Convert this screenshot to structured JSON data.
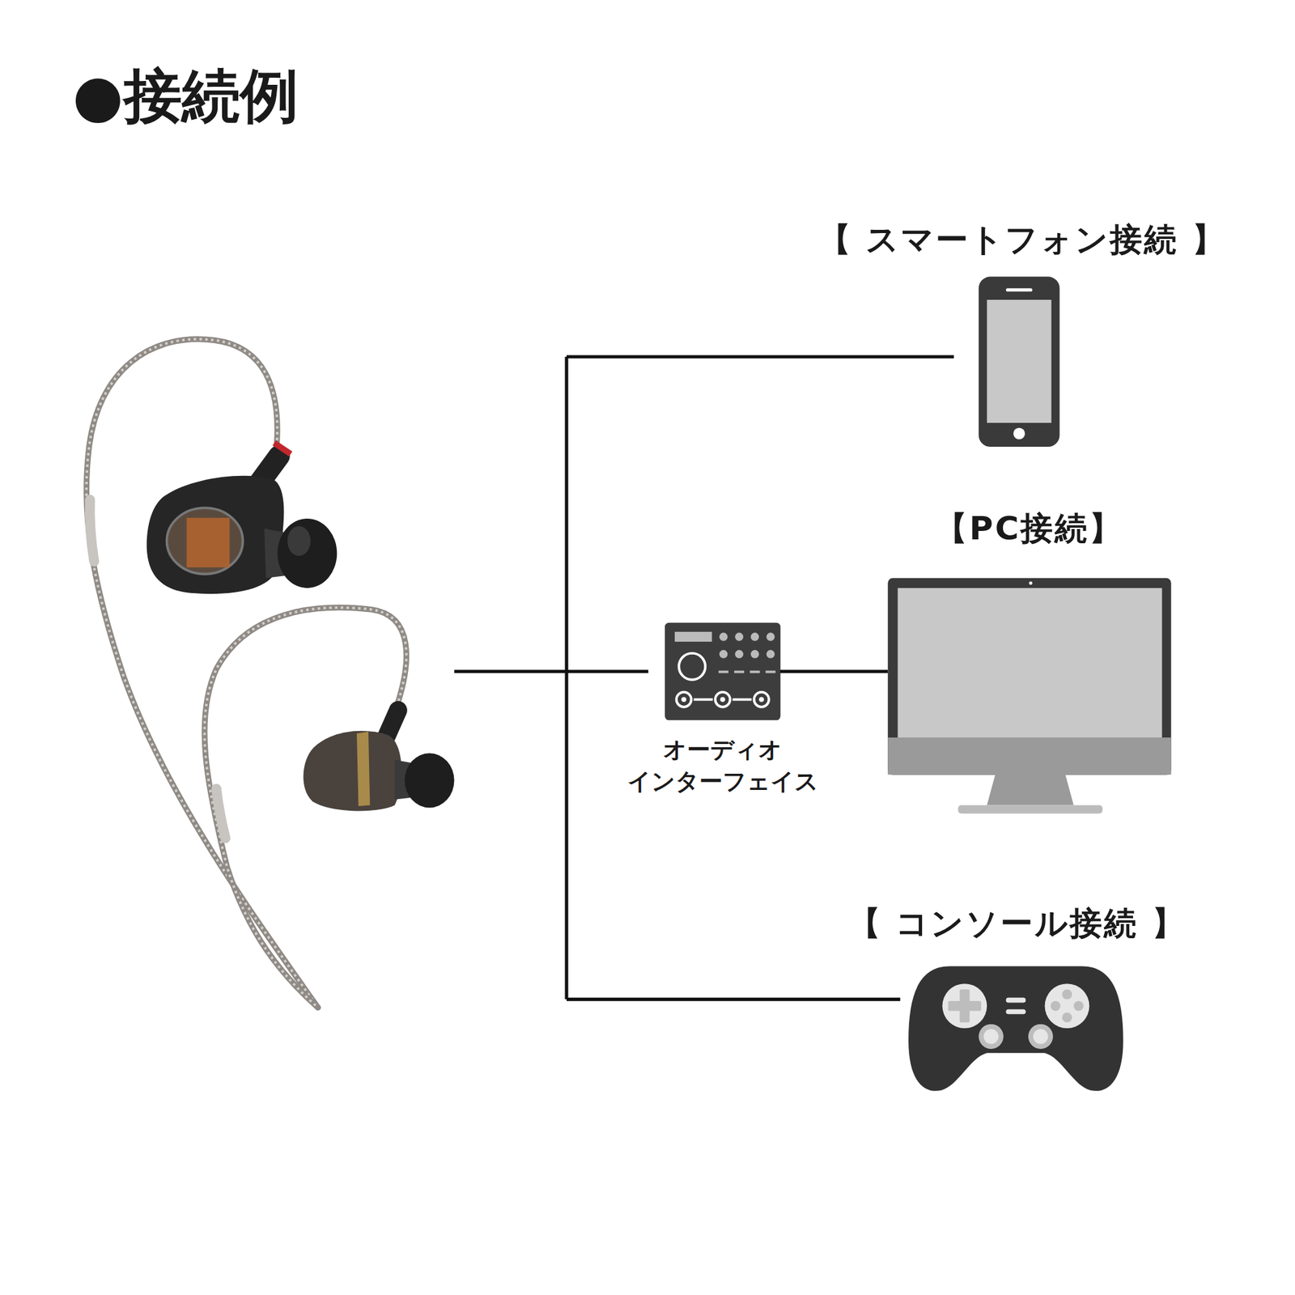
{
  "diagram": {
    "title": "●接続例",
    "nodes": [
      {
        "text": [
          "【 スマートフォン接続 】"
        ]
      },
      {
        "text": [
          "【PC接続】"
        ]
      },
      {
        "text": [
          "オーディオ インターフェイス"
        ]
      },
      {
        "text": [
          "【 コンソール接続 】"
        ]
      }
    ],
    "edges": [
      {
        "from": 2,
        "to": 1,
        "arrow": "none"
      }
    ]
  }
}
